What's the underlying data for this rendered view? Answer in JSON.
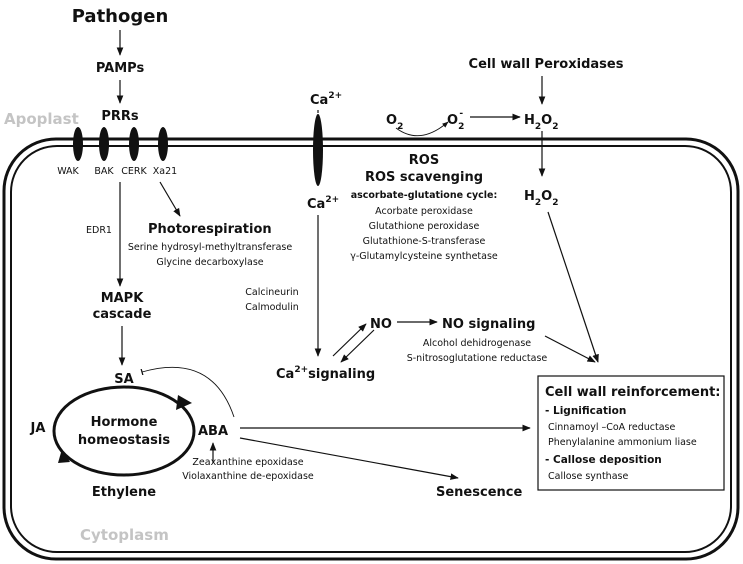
{
  "colors": {
    "ink": "#111111",
    "compartment_label": "#c4c4c4",
    "background": "#ffffff"
  },
  "compartments": {
    "apoplast": "Apoplast",
    "cytoplasm": "Cytoplasm"
  },
  "top": {
    "pathogen": "Pathogen",
    "pamps": "PAMPs",
    "prrs": "PRRs"
  },
  "receptors": [
    "WAK",
    "BAK",
    "CERK",
    "Xa21"
  ],
  "edr1": "EDR1",
  "mapk": {
    "line1": "MAPK",
    "line2": "cascade"
  },
  "photorespiration": {
    "title": "Photorespiration",
    "items": [
      "Serine hydrosyl-methyltransferase",
      "Glycine decarboxylase"
    ]
  },
  "calcium": {
    "base": "Ca",
    "sup": "2+",
    "mediators": [
      "Calcineurin",
      "Calmodulin"
    ],
    "signaling_label": "signaling"
  },
  "oxygen": {
    "base": "O",
    "sub": "2",
    "sup": "-"
  },
  "peroxidases": "Cell wall Peroxidases",
  "h2o2": {
    "h": "H",
    "two": "2",
    "o": "O"
  },
  "ros": {
    "title": "ROS",
    "subtitle": "ROS scavenging",
    "cycle": "ascorbate-glutatione cycle:",
    "items": [
      "Acorbate peroxidase",
      "Glutathione peroxidase",
      "Glutathione-S-transferase",
      "γ-Glutamylcysteine synthetase"
    ]
  },
  "no": {
    "label": "NO",
    "signaling": "NO signaling",
    "items": [
      "Alcohol dehidrogenase",
      "S-nitrosoglutatione reductase"
    ]
  },
  "hormones": {
    "sa": "SA",
    "ja": "JA",
    "aba": "ABA",
    "ethylene": "Ethylene",
    "center_line1": "Hormone",
    "center_line2": "homeostasis",
    "aba_enzymes": [
      "Zeaxanthine epoxidase",
      "Violaxanthine de-epoxidase"
    ]
  },
  "senescence": "Senescence",
  "cell_wall": {
    "title": "Cell wall reinforcement:",
    "lignification": "- Lignification",
    "lignification_items": [
      "Cinnamoyl –CoA reductase",
      "Phenylalanine ammonium liase"
    ],
    "callose": "- Callose deposition",
    "callose_items": [
      "Callose synthase"
    ]
  }
}
